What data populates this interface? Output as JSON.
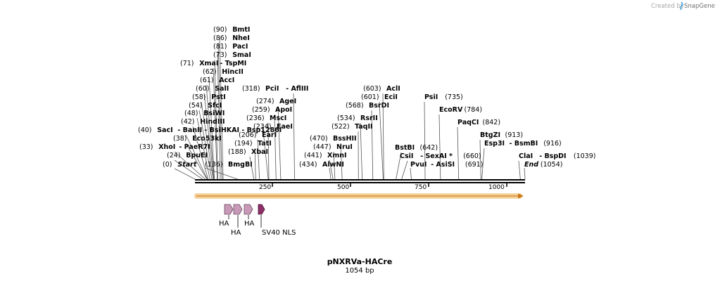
{
  "branding": {
    "prefix": "Created by",
    "name": "SnapGene"
  },
  "map": {
    "name": "pNXRVa-HACre",
    "length_label": "1054 bp",
    "length": 1054,
    "axis_ticks": [
      "250",
      "500",
      "750",
      "1000"
    ],
    "colors": {
      "orf": "#f5c07a",
      "orf_stroke": "#e08d1b",
      "ha": "#c89ab8",
      "nls": "#8e2f68",
      "backbone": "#000000"
    }
  },
  "left_sites": [
    {
      "pos": "(90)",
      "name": "BmtI",
      "bp": 90
    },
    {
      "pos": "(86)",
      "name": "NheI",
      "bp": 86
    },
    {
      "pos": "(81)",
      "name": "PacI",
      "bp": 81
    },
    {
      "pos": "(73)",
      "name": "SmaI",
      "bp": 73
    },
    {
      "pos": "(71)",
      "name": "XmaI",
      "extra": "- TspMI",
      "bp": 71
    },
    {
      "pos": "(62)",
      "name": "HincII",
      "bp": 62
    },
    {
      "pos": "(61)",
      "name": "AccI",
      "bp": 61
    },
    {
      "pos": "(60)",
      "name": "SalI",
      "bp": 60
    },
    {
      "pos": "(58)",
      "name": "PstI",
      "bp": 58
    },
    {
      "pos": "(54)",
      "name": "SfcI",
      "bp": 54
    },
    {
      "pos": "(48)",
      "name": "BsiWI",
      "bp": 48
    },
    {
      "pos": "(42)",
      "name": "HindIII",
      "bp": 42
    },
    {
      "pos": "(40)",
      "name": "SacI",
      "extra": "- BanII - BsiHKAI - Bsp1286I",
      "bp": 40
    },
    {
      "pos": "(38)",
      "name": "Eco53kI",
      "bp": 38
    },
    {
      "pos": "(33)",
      "name": "XhoI",
      "extra": "- PaeR7I",
      "bp": 33
    },
    {
      "pos": "(24)",
      "name": "BpuEI",
      "bp": 24
    },
    {
      "pos": "(0)",
      "name": "Start",
      "bp": 0,
      "italic": true
    }
  ],
  "right_sites": [
    {
      "pos": "(318)",
      "name": "PciI",
      "extra": "- AflIII",
      "bp": 318
    },
    {
      "pos": "(274)",
      "name": "AgeI",
      "bp": 274
    },
    {
      "pos": "(259)",
      "name": "ApoI",
      "bp": 259
    },
    {
      "pos": "(236)",
      "name": "MscI",
      "bp": 236
    },
    {
      "pos": "(234)",
      "name": "EaeI",
      "bp": 234
    },
    {
      "pos": "(206)",
      "name": "EarI",
      "bp": 206
    },
    {
      "pos": "(194)",
      "name": "TatI",
      "bp": 194
    },
    {
      "pos": "(188)",
      "name": "XbaI",
      "bp": 188
    },
    {
      "pos": "(136)",
      "name": "BmgBI",
      "bp": 136
    },
    {
      "pos": "(603)",
      "name": "AclI",
      "bp": 603
    },
    {
      "pos": "(601)",
      "name": "EciI",
      "bp": 601
    },
    {
      "pos": "(568)",
      "name": "BsrDI",
      "bp": 568
    },
    {
      "pos": "(534)",
      "name": "RsrII",
      "bp": 534
    },
    {
      "pos": "(522)",
      "name": "TaqII",
      "bp": 522
    },
    {
      "pos": "(470)",
      "name": "BssHII",
      "bp": 470
    },
    {
      "pos": "(447)",
      "name": "NruI",
      "bp": 447
    },
    {
      "pos": "(441)",
      "name": "XmnI",
      "bp": 441
    },
    {
      "pos": "(434)",
      "name": "AlwNI",
      "bp": 434
    },
    {
      "name": "PsiI",
      "pos": "(735)",
      "bp": 735
    },
    {
      "name": "EcoRV",
      "pos": "(784)",
      "bp": 784
    },
    {
      "name": "PaqCI",
      "pos": "(842)",
      "bp": 842
    },
    {
      "name": "BtgZI",
      "pos": "(913)",
      "bp": 913
    },
    {
      "name": "Esp3I",
      "extra": "- BsmBI",
      "pos": "(916)",
      "bp": 916
    },
    {
      "name": "BstBI",
      "pos": "(642)",
      "bp": 642
    },
    {
      "name": "CsiI",
      "extra": "- SexAI *",
      "pos": "(660)",
      "bp": 660
    },
    {
      "name": "PvuI",
      "extra": "- AsiSI",
      "pos": "(691)",
      "bp": 691
    },
    {
      "name": "ClaI",
      "extra": "- BspDI",
      "pos": "(1039)",
      "bp": 1039
    },
    {
      "name": "End",
      "pos": "(1054)",
      "bp": 1054,
      "italic": true
    }
  ],
  "features": [
    {
      "label": "HA"
    },
    {
      "label": "HA"
    },
    {
      "label": "HA"
    },
    {
      "label": "SV40 NLS"
    }
  ]
}
